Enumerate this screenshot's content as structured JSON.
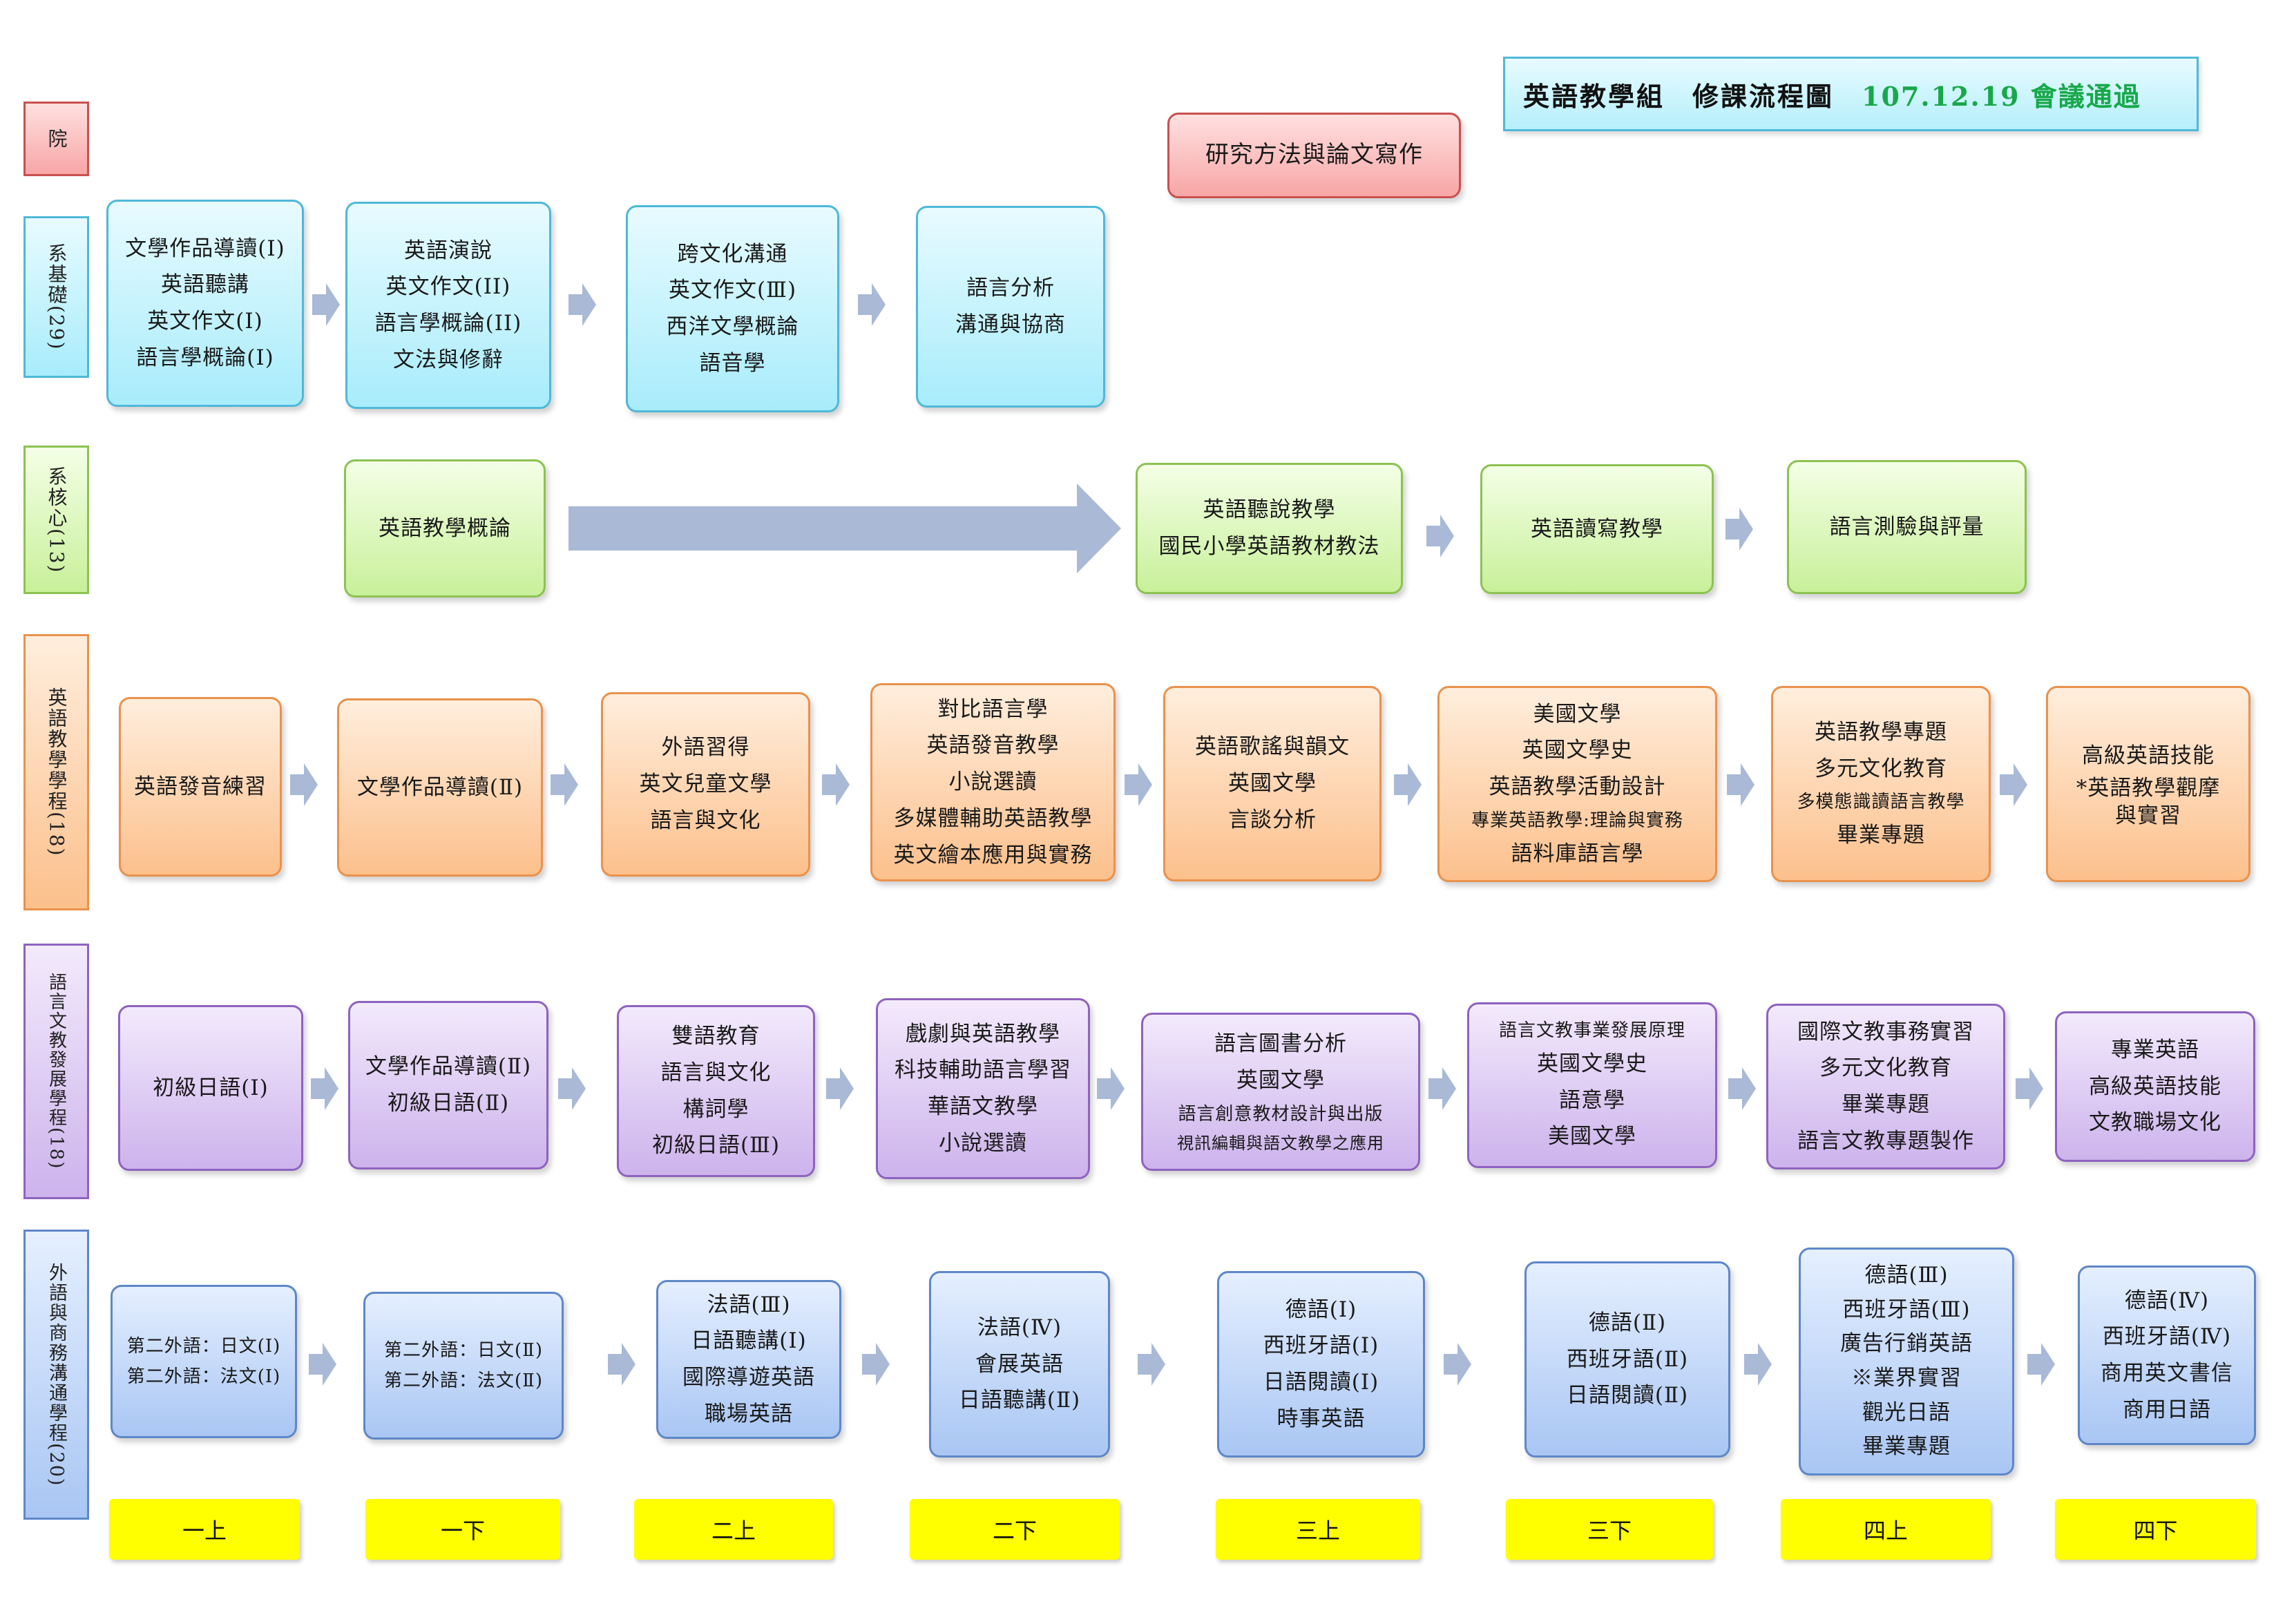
{
  "title": {
    "group": "英語教學組",
    "name": "修課流程圖",
    "approval": "107.12.19 會議通過"
  },
  "research_box": "研究方法與論文寫作",
  "rows": {
    "college": {
      "label": "院"
    },
    "dept_basic": {
      "label": "系基礎(29)",
      "boxes": [
        [
          "文學作品導讀(I)",
          "英語聽講",
          "英文作文(I)",
          "語言學概論(I)"
        ],
        [
          "英語演說",
          "英文作文(II)",
          "語言學概論(II)",
          "文法與修辭"
        ],
        [
          "跨文化溝通",
          "英文作文(Ⅲ)",
          "西洋文學概論",
          "語音學"
        ],
        [
          "語言分析",
          "溝通與協商"
        ]
      ]
    },
    "dept_core": {
      "label": "系核心(13)",
      "boxes": [
        [
          "英語教學概論"
        ],
        [
          "英語聽說教學",
          "國民小學英語教材教法"
        ],
        [
          "英語讀寫教學"
        ],
        [
          "語言測驗與評量"
        ]
      ]
    },
    "english_teaching": {
      "label": "英語教學學程(18)",
      "boxes": [
        [
          "英語發音練習"
        ],
        [
          "文學作品導讀(Ⅱ)"
        ],
        [
          "外語習得",
          "英文兒童文學",
          "語言與文化"
        ],
        [
          "對比語言學",
          "英語發音教學",
          "小說選讀",
          "多媒體輔助英語教學",
          "英文繪本應用與實務"
        ],
        [
          "英語歌謠與韻文",
          "英國文學",
          "言談分析"
        ],
        [
          "美國文學",
          "英國文學史",
          "英語教學活動設計",
          "專業英語教學:理論與實務",
          "語料庫語言學"
        ],
        [
          "英語教學專題",
          "多元文化教育",
          "多模態識讀語言教學",
          "畢業專題"
        ],
        [
          "高級英語技能",
          "*英語教學觀摩",
          "與實習"
        ]
      ]
    },
    "language_culture": {
      "label": "語言文教發展學程(18)",
      "boxes": [
        [
          "初級日語(I)"
        ],
        [
          "文學作品導讀(Ⅱ)",
          "初級日語(Ⅱ)"
        ],
        [
          "雙語教育",
          "語言與文化",
          "構詞學",
          "初級日語(Ⅲ)"
        ],
        [
          "戲劇與英語教學",
          "科技輔助語言學習",
          "華語文教學",
          "小說選讀"
        ],
        [
          "語言圖書分析",
          "英國文學",
          "語言創意教材設計與出版",
          "視訊編輯與語文教學之應用"
        ],
        [
          "語言文教事業發展原理",
          "英國文學史",
          "語意學",
          "美國文學"
        ],
        [
          "國際文教事務實習",
          "多元文化教育",
          "畢業專題",
          "語言文教專題製作"
        ],
        [
          "專業英語",
          "高級英語技能",
          "文教職場文化"
        ]
      ]
    },
    "foreign_business": {
      "label": "外語與商務溝通學程(20)",
      "boxes": [
        [
          "第二外語：日文(I)",
          "第二外語：法文(I)"
        ],
        [
          "第二外語：日文(Ⅱ)",
          "第二外語：法文(Ⅱ)"
        ],
        [
          "法語(Ⅲ)",
          "日語聽講(I)",
          "國際導遊英語",
          "職場英語"
        ],
        [
          "法語(Ⅳ)",
          "會展英語",
          "日語聽講(Ⅱ)"
        ],
        [
          "德語(I)",
          "西班牙語(I)",
          "日語閱讀(I)",
          "時事英語"
        ],
        [
          "德語(Ⅱ)",
          "西班牙語(Ⅱ)",
          "日語閱讀(Ⅱ)"
        ],
        [
          "德語(Ⅲ)",
          "西班牙語(Ⅲ)",
          "廣告行銷英語",
          "※業界實習",
          "觀光日語",
          "畢業專題"
        ],
        [
          "德語(Ⅳ)",
          "西班牙語(Ⅳ)",
          "商用英文書信",
          "商用日語"
        ]
      ]
    }
  },
  "semesters": [
    "一上",
    "一下",
    "二上",
    "二下",
    "三上",
    "三下",
    "四上",
    "四下"
  ],
  "colors": {
    "basic": "#a8ecfb",
    "core": "#c8f09a",
    "teaching": "#fcc08c",
    "culture": "#cdb3ec",
    "business": "#a9c6f3",
    "semester": "#ffff00",
    "arrow": "#a9b9d6"
  }
}
